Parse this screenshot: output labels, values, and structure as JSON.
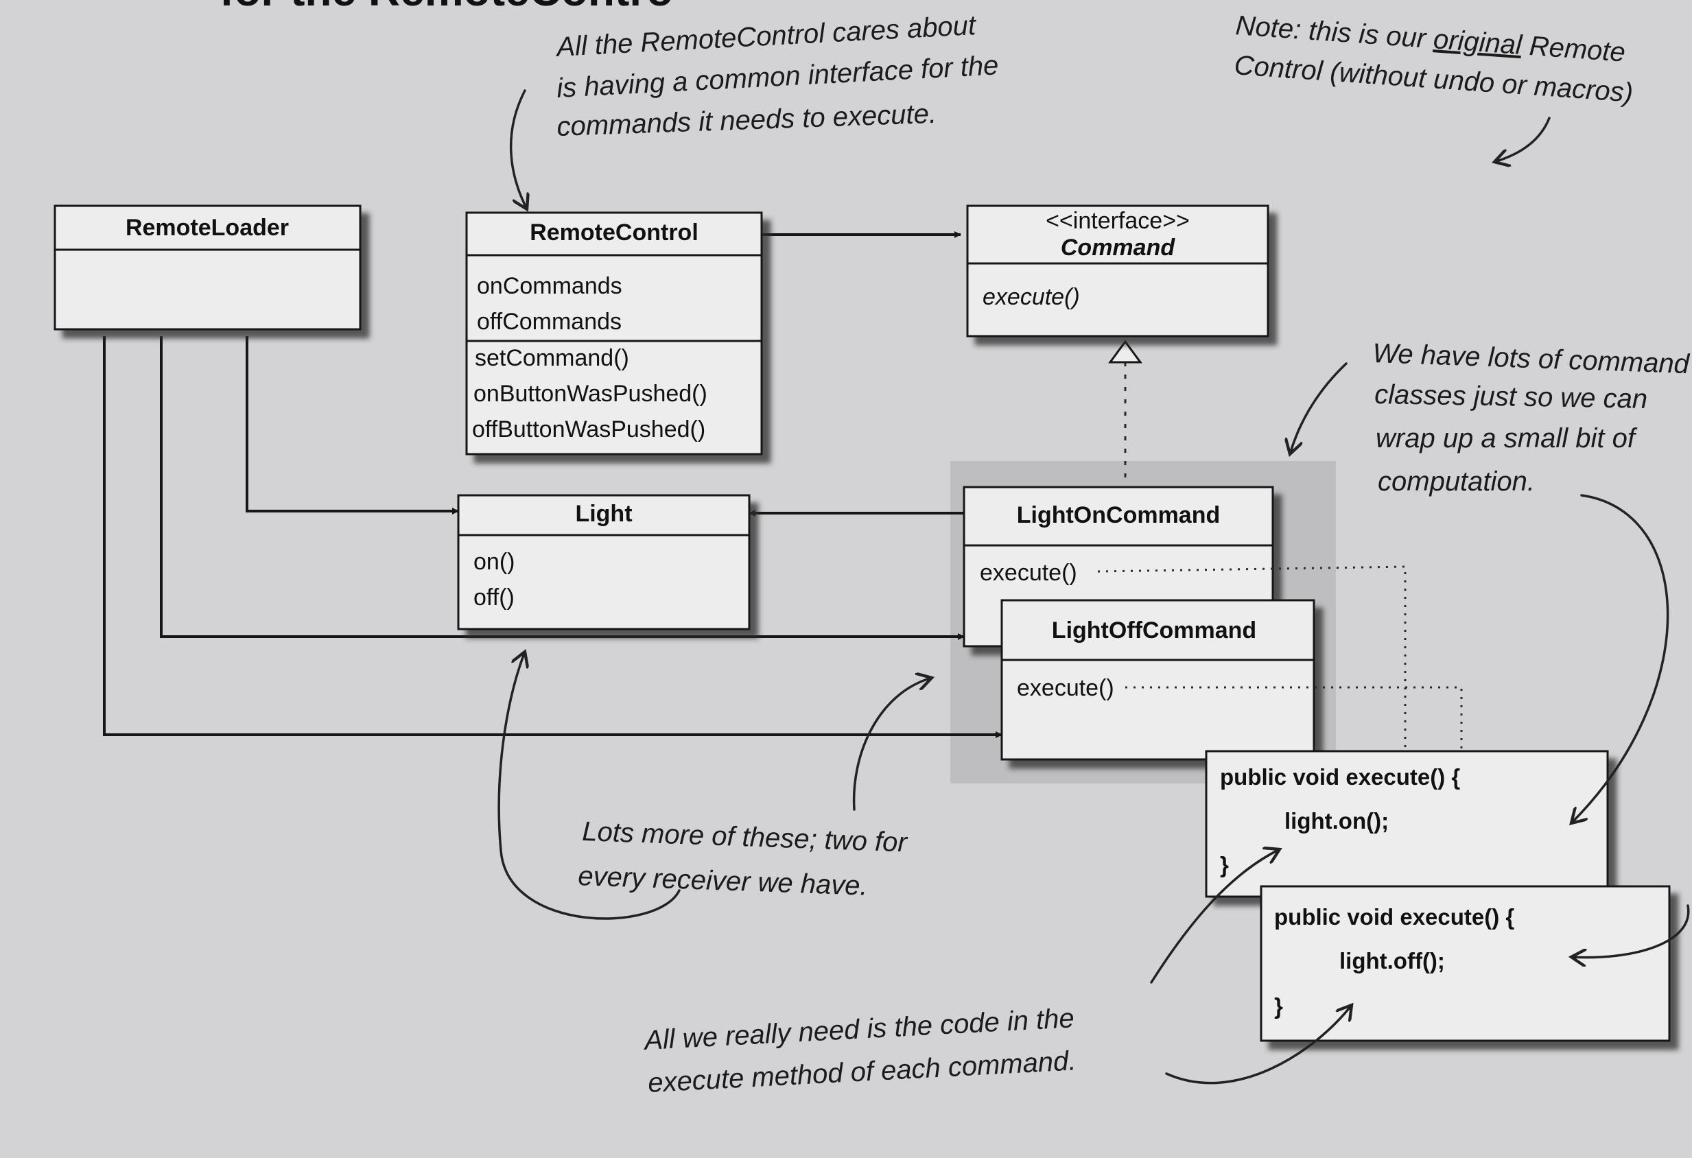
{
  "page_title": "for the RemoteContro",
  "classes": {
    "remote_loader": {
      "name": "RemoteLoader"
    },
    "remote_control": {
      "name": "RemoteControl",
      "fields": [
        "onCommands",
        "offCommands"
      ],
      "methods": [
        "setCommand()",
        "onButtonWasPushed()",
        "offButtonWasPushed()"
      ]
    },
    "command": {
      "stereotype": "<<interface>>",
      "name": "Command",
      "methods": [
        "execute()"
      ]
    },
    "light": {
      "name": "Light",
      "methods": [
        "on()",
        "off()"
      ]
    },
    "light_on_command": {
      "name": "LightOnCommand",
      "methods": [
        "execute()"
      ]
    },
    "light_off_command": {
      "name": "LightOffCommand",
      "methods": [
        "execute()"
      ]
    }
  },
  "code": {
    "on": [
      "public void execute() {",
      "light.on();",
      "}"
    ],
    "off": [
      "public void execute() {",
      "light.off();",
      "}"
    ]
  },
  "notes": {
    "top": [
      "All the RemoteControl cares about",
      "is having a common interface for the",
      "commands it needs to execute."
    ],
    "top_right_prefix": "Note: this is our",
    "top_right_emphasis": "original",
    "top_right_suffix": "Remote",
    "top_right_line2": "Control (without undo or macros)",
    "right": [
      "We have lots of command",
      "classes just so we can",
      "wrap up a small bit of",
      "computation."
    ],
    "bottom_mid": [
      "Lots more of these; two for",
      "every receiver we have."
    ],
    "bottom": [
      "All we really need is the code in the",
      "execute method of each command."
    ]
  },
  "colors": {
    "paper": "#d3d3d6",
    "box": "#ededee",
    "ink": "#161616",
    "highlight": "#b9b9bc"
  }
}
